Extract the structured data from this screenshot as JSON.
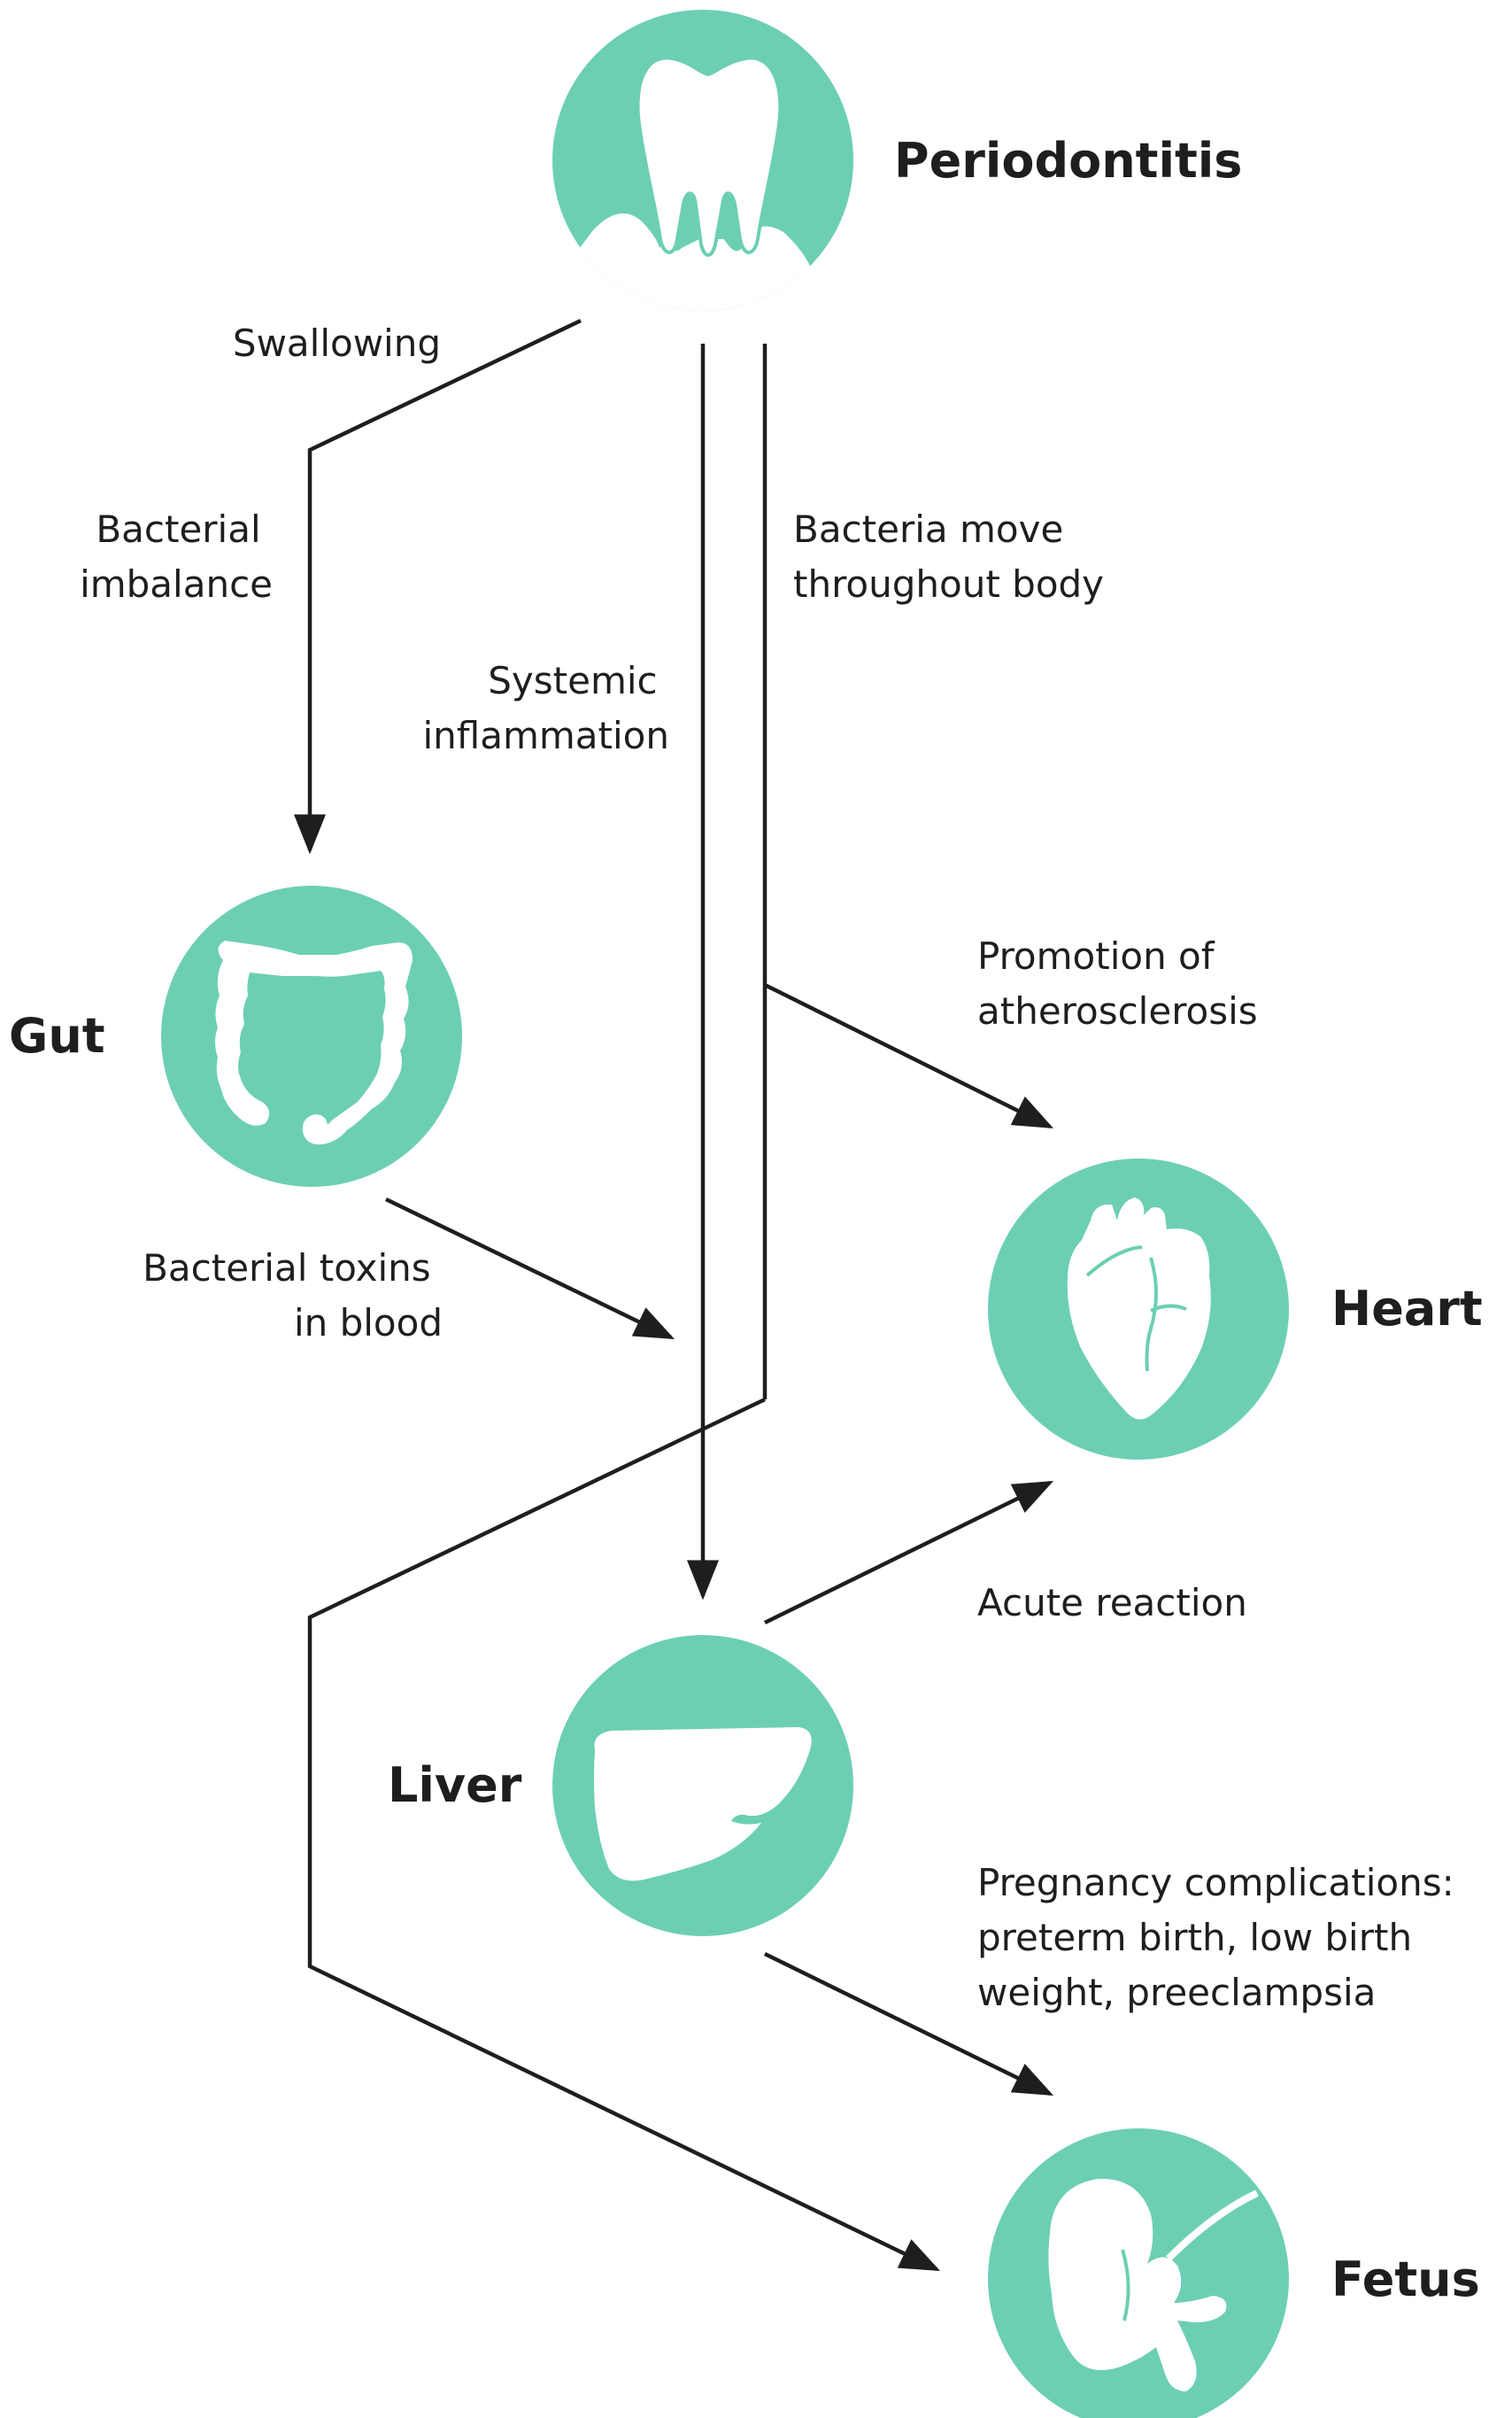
{
  "nodes": {
    "periodontitis": "Periodontitis",
    "gut": "Gut",
    "heart": "Heart",
    "liver": "Liver",
    "fetus": "Fetus"
  },
  "edges": {
    "swallowing": "Swallowing",
    "bacterial_imbalance": [
      "Bacterial",
      "imbalance"
    ],
    "systemic_inflammation": [
      "Systemic",
      "inflammation"
    ],
    "bacteria_move": [
      "Bacteria move",
      "throughout body"
    ],
    "atherosclerosis": [
      "Promotion of",
      "atherosclerosis"
    ],
    "bacterial_toxins": [
      "Bacterial toxins",
      "in blood"
    ],
    "acute_reaction": "Acute reaction",
    "pregnancy": [
      "Pregnancy complications:",
      "preterm birth, low birth",
      "weight, preeclampsia"
    ]
  },
  "colors": {
    "node_fill": "#6ccfb3",
    "line": "#1e1e1e",
    "icon": "#ffffff"
  },
  "icons": {
    "periodontitis": "tooth-icon",
    "gut": "intestine-icon",
    "heart": "heart-icon",
    "liver": "liver-icon",
    "fetus": "fetus-icon"
  }
}
